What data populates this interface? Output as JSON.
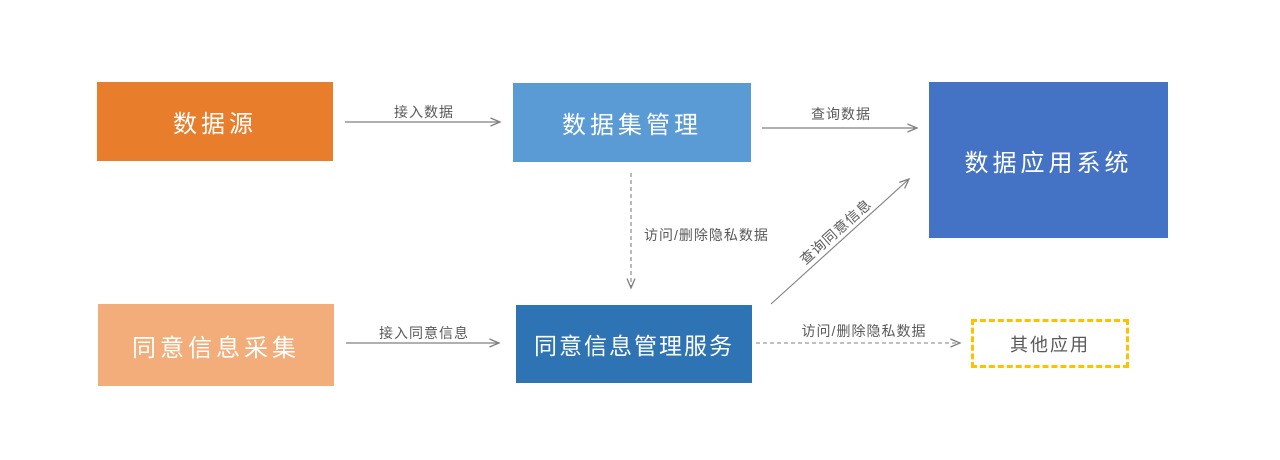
{
  "diagram": {
    "type": "flowchart",
    "background": "#FFFFFF",
    "arrow_color": "#808080",
    "edge_label_color": "#595959",
    "nodes": [
      {
        "id": "data-source",
        "label": "数据源",
        "color": "#E87E2B",
        "text_color": "#FFFFFF",
        "shape": "filled-rect"
      },
      {
        "id": "dataset-management",
        "label": "数据集管理",
        "color": "#5B9BD5",
        "text_color": "#FFFFFF",
        "shape": "filled-rect"
      },
      {
        "id": "data-application-system",
        "label": "数据应用系统",
        "color": "#4473C5",
        "text_color": "#FFFFFF",
        "shape": "filled-rect"
      },
      {
        "id": "consent-info-collection",
        "label": "同意信息采集",
        "color": "#F2AD7A",
        "text_color": "#FFFFFF",
        "shape": "filled-rect"
      },
      {
        "id": "consent-management-service",
        "label": "同意信息管理服务",
        "color": "#2E74B5",
        "text_color": "#FFFFFF",
        "shape": "filled-rect"
      },
      {
        "id": "other-applications",
        "label": "其他应用",
        "color": "#FFFFFF",
        "text_color": "#595959",
        "border_color": "#FFC000",
        "shape": "dashed-outline-rect"
      }
    ],
    "edges": [
      {
        "from": "data-source",
        "to": "dataset-management",
        "label": "接入数据",
        "style": "solid"
      },
      {
        "from": "dataset-management",
        "to": "data-application-system",
        "label": "查询数据",
        "style": "solid"
      },
      {
        "from": "dataset-management",
        "to": "consent-management-service",
        "label": "访问/删除隐私数据",
        "style": "dashed"
      },
      {
        "from": "consent-management-service",
        "to": "data-application-system",
        "label": "查询同意信息",
        "style": "solid"
      },
      {
        "from": "consent-info-collection",
        "to": "consent-management-service",
        "label": "接入同意信息",
        "style": "solid"
      },
      {
        "from": "consent-management-service",
        "to": "other-applications",
        "label": "访问/删除隐私数据",
        "style": "dashed"
      }
    ]
  }
}
